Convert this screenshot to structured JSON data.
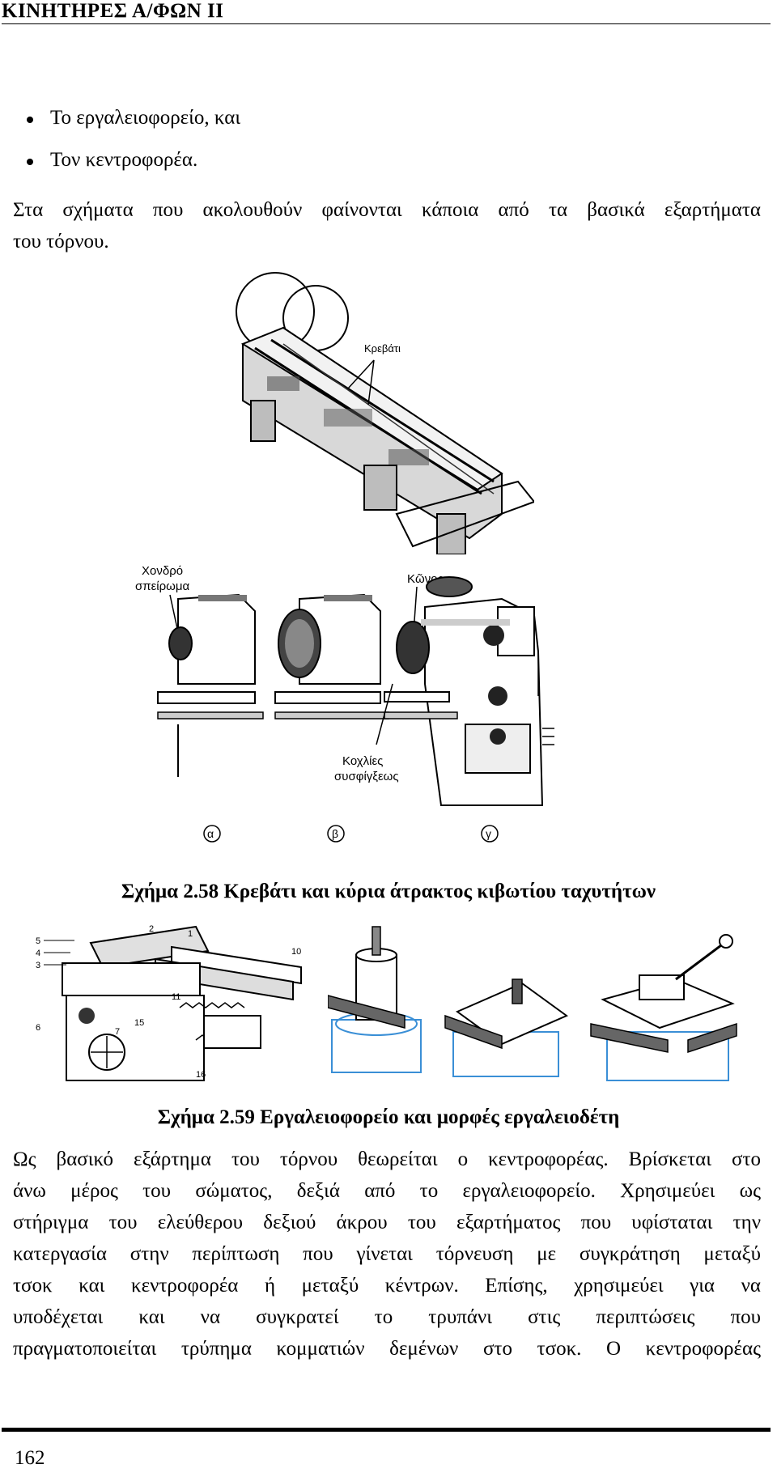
{
  "header": {
    "title": "ΚΙΝΗΤΗΡΕΣ Α/ΦΩΝ ΙΙ"
  },
  "bullets": [
    "Το εργαλειοφορείο, και",
    "Τον κεντροφορέα."
  ],
  "intro": {
    "line1": "Στα σχήματα που ακολουθούν φαίνονται κάποια από τα βασικά εξαρτήματα",
    "line2": "του τόρνου."
  },
  "figure1": {
    "labels": {
      "bed": "Κρεβάτι",
      "coarse_thread_1": "Χονδρό",
      "coarse_thread_2": "σπείρωμα",
      "cone": "Κῶνος",
      "clamp_screws_1": "Κοχλίες",
      "clamp_screws_2": "συσφίγξεως",
      "alpha": "α",
      "beta": "β",
      "gamma": "γ"
    },
    "caption": "Σχήμα 2.58 Κρεβάτι και κύρια άτρακτος κιβωτίου ταχυτήτων"
  },
  "figure2": {
    "numbers": [
      "1",
      "2",
      "3",
      "4",
      "5",
      "6",
      "7",
      "10",
      "11",
      "15",
      "16"
    ],
    "caption": "Σχήμα 2.59 Εργαλειοφορείο και μορφές εργαλειοδέτη"
  },
  "body": {
    "lines": [
      "Ως βασικό εξάρτημα του τόρνου θεωρείται ο κεντροφορέας. Βρίσκεται στο",
      "άνω μέρος του σώματος, δεξιά από το εργαλειοφορείο. Χρησιμεύει ως",
      "στήριγμα του ελεύθερου δεξιού άκρου του εξαρτήματος που υφίσταται την",
      "κατεργασία στην περίπτωση που γίνεται τόρνευση με συγκράτηση μεταξύ",
      "τσοκ και κεντροφορέα ή μεταξύ κέντρων. Επίσης, χρησιμεύει για να",
      "υποδέχεται και να συγκρατεί το τρυπάνι στις περιπτώσεις που",
      "πραγματοποιείται τρύπημα κομματιών δεμένων στο τσοκ. Ο κεντροφορέας"
    ]
  },
  "footer": {
    "page_number": "162"
  }
}
